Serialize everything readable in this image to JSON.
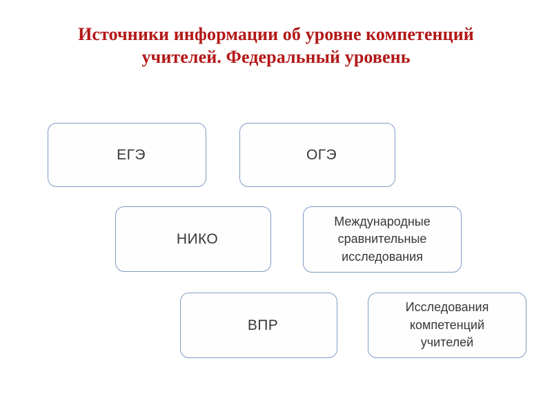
{
  "slide": {
    "background_color": "#ffffff",
    "title": {
      "color": "#b31717",
      "line1": "Источники информации об уровне компетенций",
      "line2": "учителей. Федеральный уровень"
    },
    "node_border_color": "#7e9ac4",
    "node_fill_color": "#fefefe",
    "node_text_color": "#373737",
    "nodes": [
      {
        "id": "ege",
        "label": "ЕГЭ",
        "row": 1,
        "column": 1
      },
      {
        "id": "oge",
        "label": "ОГЭ",
        "row": 1,
        "column": 2
      },
      {
        "id": "niko",
        "label": "НИКО",
        "row": 2,
        "column": 1
      },
      {
        "id": "msi",
        "label": "Международные\nсравнительные\nисследования",
        "row": 2,
        "column": 2
      },
      {
        "id": "vpr",
        "label": "ВПР",
        "row": 3,
        "column": 1
      },
      {
        "id": "ikt",
        "label": "Исследования\nкомпетенций\nучителей",
        "row": 3,
        "column": 2
      }
    ]
  }
}
